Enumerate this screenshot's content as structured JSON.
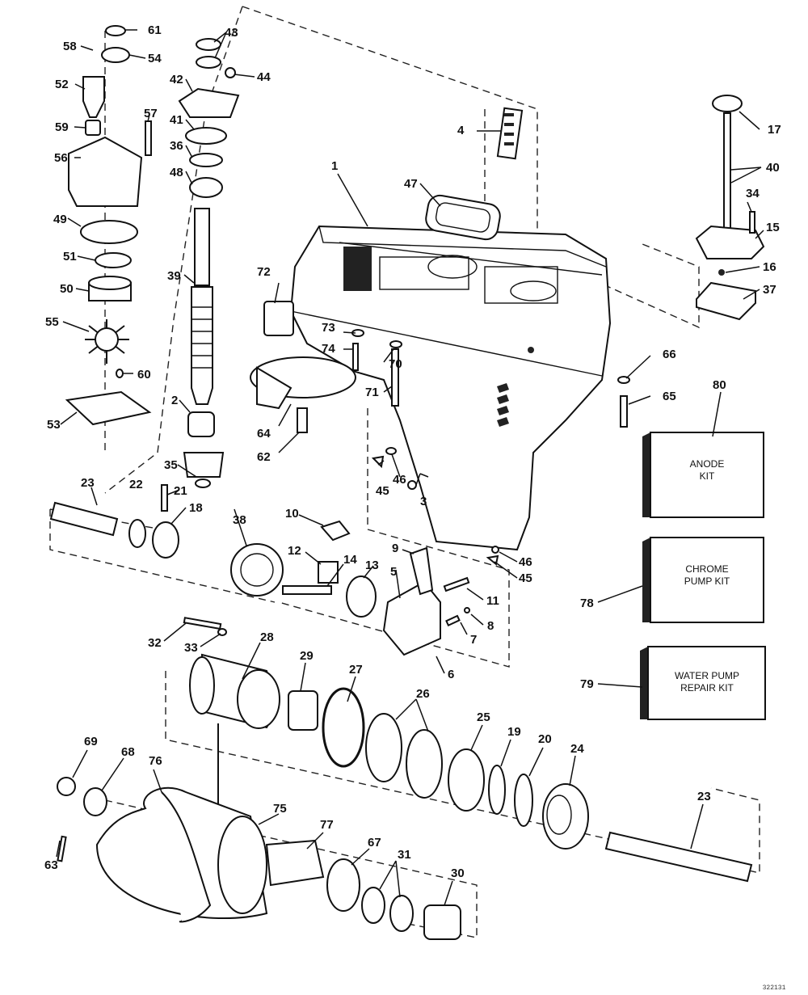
{
  "callouts": {
    "c1": "1",
    "c2": "2",
    "c3": "3",
    "c4": "4",
    "c5": "5",
    "c6": "6",
    "c7": "7",
    "c8": "8",
    "c9": "9",
    "c10": "10",
    "c11": "11",
    "c12": "12",
    "c13": "13",
    "c14": "14",
    "c15": "15",
    "c16": "16",
    "c17": "17",
    "c18": "18",
    "c19": "19",
    "c20": "20",
    "c21": "21",
    "c22": "22",
    "c23a": "23",
    "c23b": "23",
    "c24": "24",
    "c25": "25",
    "c26": "26",
    "c27": "27",
    "c28": "28",
    "c29": "29",
    "c30": "30",
    "c31": "31",
    "c32": "32",
    "c33": "33",
    "c34": "34",
    "c35": "35",
    "c36": "36",
    "c37": "37",
    "c38": "38",
    "c39": "39",
    "c40": "40",
    "c41": "41",
    "c42": "42",
    "c43": "43",
    "c44": "44",
    "c45a": "45",
    "c45b": "45",
    "c46a": "46",
    "c46b": "46",
    "c47": "47",
    "c48": "48",
    "c49": "49",
    "c50": "50",
    "c51": "51",
    "c52": "52",
    "c53": "53",
    "c54": "54",
    "c55": "55",
    "c56": "56",
    "c57": "57",
    "c58": "58",
    "c59": "59",
    "c60": "60",
    "c61": "61",
    "c62": "62",
    "c63": "63",
    "c64": "64",
    "c65": "65",
    "c66": "66",
    "c67": "67",
    "c68": "68",
    "c69": "69",
    "c70": "70",
    "c71": "71",
    "c72": "72",
    "c73": "73",
    "c74": "74",
    "c75": "75",
    "c76": "76",
    "c77": "77",
    "c78": "78",
    "c79": "79",
    "c80": "80"
  },
  "kits": {
    "anode_line1": "ANODE",
    "anode_line2": "KIT",
    "chrome_line1": "CHROME",
    "chrome_line2": "PUMP KIT",
    "water_line1": "WATER PUMP",
    "water_line2": "REPAIR KIT"
  },
  "drawing_code": "322131"
}
